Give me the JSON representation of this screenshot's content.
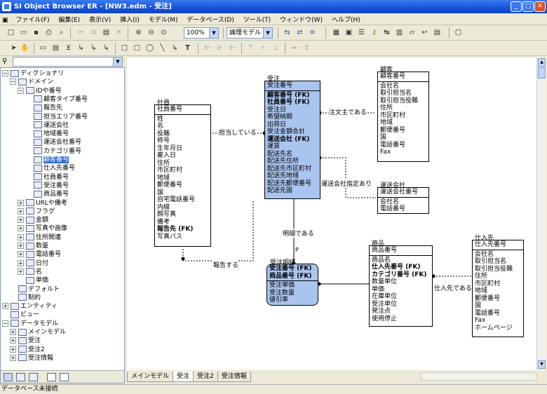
{
  "window": {
    "title": "SI Object Browser ER - [NW3.edm - 受注]"
  },
  "menu": [
    "ファイル(F)",
    "編集(E)",
    "表示(V)",
    "挿入(I)",
    "モデル(M)",
    "データベース(D)",
    "ツール(T)",
    "ウィンドウ(W)",
    "ヘルプ(H)"
  ],
  "toolbar": {
    "zoom": "100%",
    "model": "論理モデル"
  },
  "tree": {
    "root": "ディクショナリ",
    "domain": "ドメイン",
    "id_group": "IDや番号",
    "id_items": [
      "顧客タイプ番号",
      "報告先",
      "担当エリア番号",
      "運送会社",
      "地域番号",
      "運送会社番号",
      "カテゴリ番号",
      "顧客番号",
      "仕入先番号",
      "社員番号",
      "受注番号",
      "商品番号"
    ],
    "groups": [
      "URLや備考",
      "フラグ",
      "金額",
      "写真や画像",
      "住所関連",
      "数量",
      "電話番号",
      "日付",
      "名"
    ],
    "single": "単価",
    "default": "デフォルト",
    "constraint": "制約",
    "entity": "エンティティ",
    "view": "ビュー",
    "datamodel": "データモデル",
    "models": [
      "メインモデル",
      "受注",
      "受注2",
      "受注情報"
    ]
  },
  "tabs": [
    "メインモデル",
    "受注",
    "受注2",
    "受注情報"
  ],
  "active_tab": "受注",
  "status": "データベース未接続",
  "diagram": {
    "shain": {
      "title": "社員",
      "pk": [
        "社員番号"
      ],
      "attrs": [
        "姓",
        "名",
        "役職",
        "称号",
        "生年月日",
        "雇入日",
        "住所",
        "市区町村",
        "地域",
        "郵便番号",
        "国",
        "自宅電話番号",
        "内線",
        "顔写真",
        "備考",
        "報告先 (FK)",
        "写真パス"
      ]
    },
    "juchu": {
      "title": "受注",
      "pk": [
        "受注番号"
      ],
      "attrs": [
        "顧客番号 (FK)",
        "社員番号 (FK)",
        "受注日",
        "希望納期",
        "出荷日",
        "受注金額合計",
        "運送会社 (FK)",
        "運賃",
        "配送先名",
        "配送先住所",
        "配送先市区町村",
        "配送先地域",
        "配送先郵便番号",
        "配送先国"
      ]
    },
    "kokyaku": {
      "title": "顧客",
      "pk": [
        "顧客番号"
      ],
      "attrs": [
        "会社名",
        "取引担当名",
        "取引担当役職",
        "住所",
        "市区町村",
        "地域",
        "郵便番号",
        "国",
        "電話番号",
        "Fax"
      ]
    },
    "unsou": {
      "title": "運送会社",
      "pk": [
        "運送会社番号"
      ],
      "attrs": [
        "会社名",
        "電話番号"
      ]
    },
    "meisai": {
      "title": "受注明細",
      "pk": [
        "受注番号 (FK)",
        "商品番号 (FK)"
      ],
      "attrs": [
        "受注単価",
        "受注数量",
        "値引率"
      ]
    },
    "shohin": {
      "title": "商品",
      "pk": [
        "商品番号"
      ],
      "attrs": [
        "商品名",
        "仕入先番号 (FK)",
        "カテゴリ番号 (FK)",
        "数量単位",
        "単価",
        "在庫単位",
        "受注単位",
        "発注点",
        "使用停止"
      ]
    },
    "shiire": {
      "title": "仕入先",
      "pk": [
        "仕入先番号"
      ],
      "attrs": [
        "会社名",
        "取引担当名",
        "取引担当役職",
        "住所",
        "市区町村",
        "地域",
        "郵便番号",
        "国",
        "電話番号",
        "Fax",
        "ホームページ"
      ]
    },
    "relations": [
      "担当している",
      "注文主である",
      "運送会社指定あり",
      "明細である",
      "報告する",
      "仕入先である"
    ],
    "p_marker": "P"
  }
}
